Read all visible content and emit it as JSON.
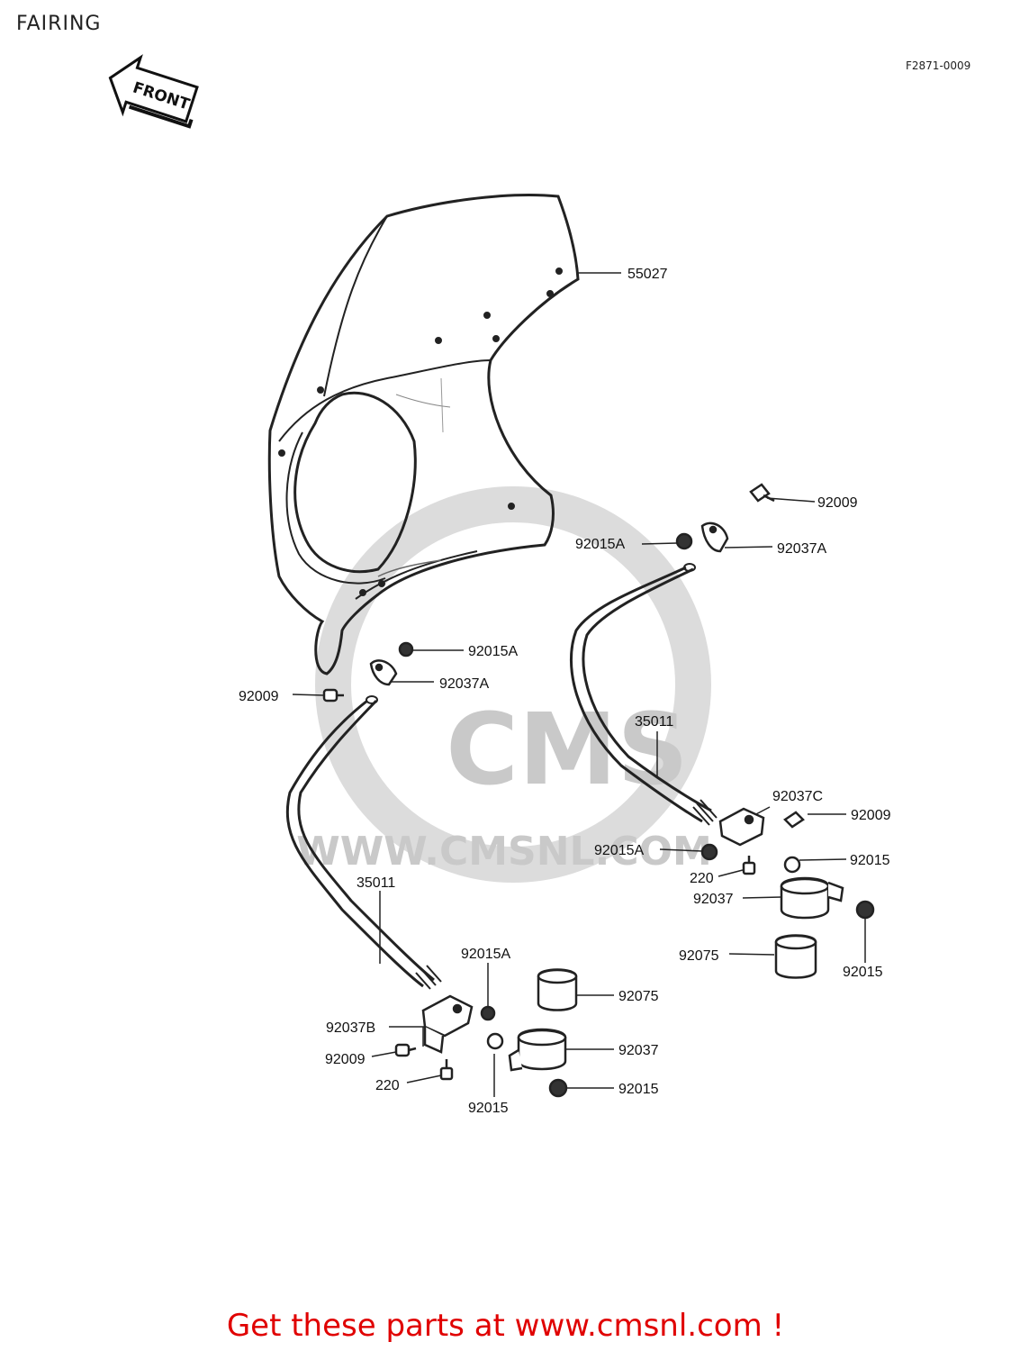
{
  "page": {
    "title": "FAIRING",
    "figure_code": "F2871-0009"
  },
  "front_arrow": {
    "label": "FRONT"
  },
  "watermark": {
    "logo": "CMS",
    "url": "WWW.CMSNL.COM"
  },
  "cta": {
    "text": "Get these parts at www.cmsnl.com !"
  },
  "part_labels": [
    {
      "id": "p55027",
      "text": "55027"
    },
    {
      "id": "p92009a",
      "text": "92009"
    },
    {
      "id": "p92015Aa",
      "text": "92015A"
    },
    {
      "id": "p92037Aa",
      "text": "92037A"
    },
    {
      "id": "p92015Ab",
      "text": "92015A"
    },
    {
      "id": "p92009b",
      "text": "92009"
    },
    {
      "id": "p92037Ab",
      "text": "92037A"
    },
    {
      "id": "p35011a",
      "text": "35011"
    },
    {
      "id": "p92037C",
      "text": "92037C"
    },
    {
      "id": "p92009c",
      "text": "92009"
    },
    {
      "id": "p92015Ac",
      "text": "92015A"
    },
    {
      "id": "p220a",
      "text": "220"
    },
    {
      "id": "p92015a",
      "text": "92015"
    },
    {
      "id": "p92037a",
      "text": "92037"
    },
    {
      "id": "p92075a",
      "text": "92075"
    },
    {
      "id": "p92015b",
      "text": "92015"
    },
    {
      "id": "p35011b",
      "text": "35011"
    },
    {
      "id": "p92015Ad",
      "text": "92015A"
    },
    {
      "id": "p92075b",
      "text": "92075"
    },
    {
      "id": "p92037B",
      "text": "92037B"
    },
    {
      "id": "p92037b",
      "text": "92037"
    },
    {
      "id": "p92009d",
      "text": "92009"
    },
    {
      "id": "p220b",
      "text": "220"
    },
    {
      "id": "p92015c",
      "text": "92015"
    },
    {
      "id": "p92015d",
      "text": "92015"
    }
  ]
}
